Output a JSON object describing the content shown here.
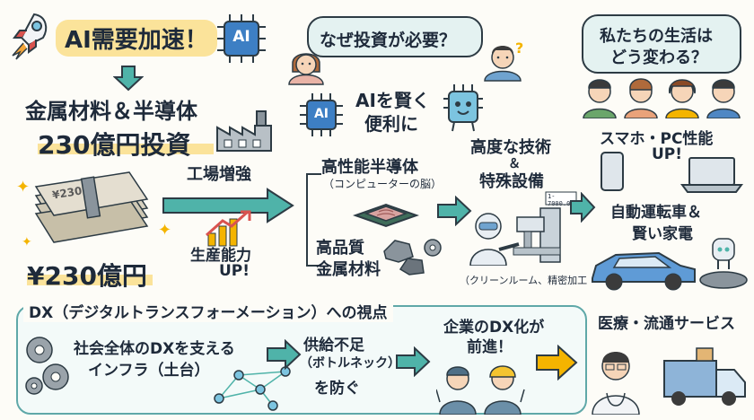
{
  "header": {
    "title": "AI需要加速！",
    "chip_label": "AI"
  },
  "left": {
    "line1": "金属材料＆半導体",
    "line2": "230億円投資",
    "money_label": "¥230億円",
    "banknote_label": "¥230"
  },
  "flow": {
    "factory_label": "工場増強",
    "capacity_line1": "生産能力",
    "capacity_line2": "UP!"
  },
  "why": {
    "question": "なぜ投資が必要？",
    "chip_label": "AI",
    "ai_line1": "AIを賢く",
    "ai_line2": "便利に"
  },
  "middle": {
    "semi_line1": "高性能半導体",
    "semi_line2": "（コンピューターの脳）",
    "metal_line1": "高品質",
    "metal_line2": "金属材料"
  },
  "tech": {
    "line1": "高度な技術",
    "line2": "＆",
    "line3": "特殊設備",
    "caption": "（クリーンルーム、精密加工",
    "screen_text": "1-7000.00"
  },
  "life": {
    "question_line1": "私たちの生活は",
    "question_line2": "どう変わる？",
    "pc_line1": "スマホ・PC性能",
    "pc_line2": "UP!",
    "car_line1": "自動運転車＆",
    "car_line2": "賢い家電",
    "medical": "医療・流通サービス"
  },
  "dx": {
    "title": "DX（デジタルトランスフォーメーション）への視点",
    "infra_line1": "社会全体のDXを支える",
    "infra_line2": "インフラ（土台）",
    "supply_line1": "供給不足",
    "supply_line2": "（ボトルネック）",
    "supply_line3": "を防ぐ",
    "company_line1": "企業のDX化が",
    "company_line2": "前進！"
  },
  "colors": {
    "teal": "#4fb3a9",
    "yellow": "#f4b400",
    "navy": "#1e2a3a",
    "accent_red": "#d9534f"
  }
}
